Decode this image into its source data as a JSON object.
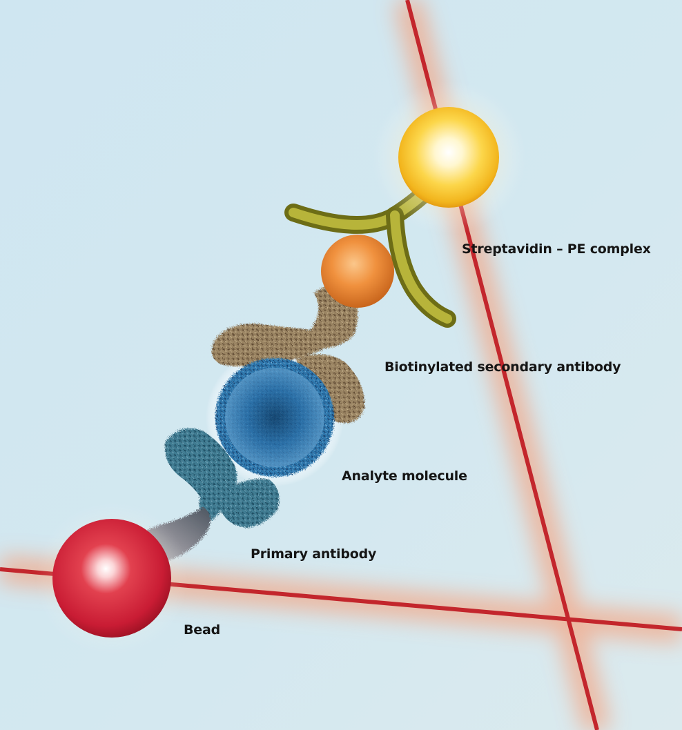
{
  "labels": {
    "streptavidin_pe_complex": "Streptavidin – PE complex",
    "biotinylated_secondary_antibody": "Biotinylated secondary antibody",
    "analyte_molecule": "Analyte molecule",
    "primary_antibody": "Primary antibody",
    "bead": "Bead"
  },
  "colors": {
    "background": "#cfe6f0",
    "laser": "#c4242a",
    "laser_glow": "#f5a07a",
    "bead": "#d6283c",
    "streptavidin_pe": "#fcd233",
    "biotin": "#ee8a35",
    "secondary_antibody": "#8f7a5c",
    "analyte": "#2d74aa",
    "primary_antibody": "#2f6a82",
    "arm": "#9a9a23"
  }
}
